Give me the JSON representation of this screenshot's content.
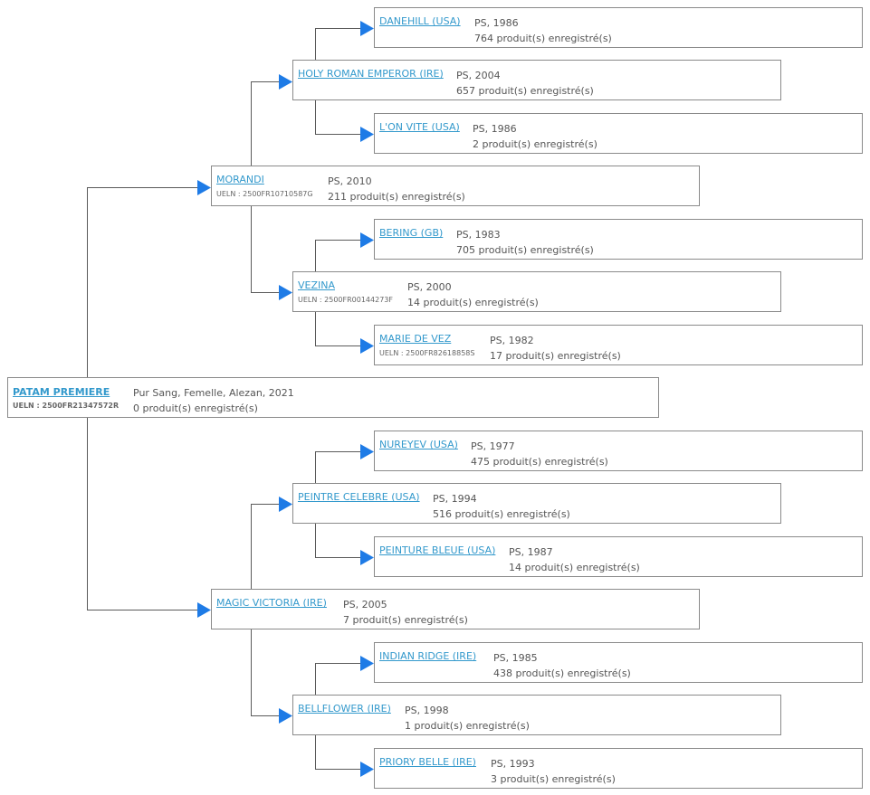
{
  "colors": {
    "link": "#3399cc",
    "arrow": "#1e7be6",
    "line": "#5a5a5a",
    "border": "#8a8a8a"
  },
  "root": {
    "name": "PATAM PREMIERE",
    "ueln": "UELN : 2500FR21347572R",
    "line1": "Pur Sang, Femelle, Alezan, 2021",
    "line2": "0 produit(s) enregistré(s)"
  },
  "sire": {
    "name": "MORANDI",
    "ueln": "UELN : 2500FR10710587G",
    "line1": "PS, 2010",
    "line2": "211 produit(s) enregistré(s)"
  },
  "dam": {
    "name": "MAGIC VICTORIA (IRE)",
    "line1": "PS, 2005",
    "line2": "7 produit(s) enregistré(s)"
  },
  "sire_sire": {
    "name": "HOLY ROMAN EMPEROR (IRE)",
    "line1": "PS, 2004",
    "line2": "657 produit(s) enregistré(s)"
  },
  "sire_dam": {
    "name": "VEZINA",
    "ueln": "UELN : 2500FR00144273F",
    "line1": "PS, 2000",
    "line2": "14 produit(s) enregistré(s)"
  },
  "dam_sire": {
    "name": "PEINTRE CELEBRE (USA)",
    "line1": "PS, 1994",
    "line2": "516 produit(s) enregistré(s)"
  },
  "dam_dam": {
    "name": "BELLFLOWER (IRE)",
    "line1": "PS, 1998",
    "line2": "1 produit(s) enregistré(s)"
  },
  "ss_sire": {
    "name": "DANEHILL (USA)",
    "line1": "PS, 1986",
    "line2": "764 produit(s) enregistré(s)"
  },
  "ss_dam": {
    "name": "L'ON VITE (USA)",
    "line1": "PS, 1986",
    "line2": "2 produit(s) enregistré(s)"
  },
  "sd_sire": {
    "name": "BERING (GB)",
    "line1": "PS, 1983",
    "line2": "705 produit(s) enregistré(s)"
  },
  "sd_dam": {
    "name": "MARIE DE VEZ",
    "ueln": "UELN : 2500FR82618858S",
    "line1": "PS, 1982",
    "line2": "17 produit(s) enregistré(s)"
  },
  "ds_sire": {
    "name": "NUREYEV (USA)",
    "line1": "PS, 1977",
    "line2": "475 produit(s) enregistré(s)"
  },
  "ds_dam": {
    "name": "PEINTURE BLEUE (USA)",
    "line1": "PS, 1987",
    "line2": "14 produit(s) enregistré(s)"
  },
  "dd_sire": {
    "name": "INDIAN RIDGE (IRE)",
    "line1": "PS, 1985",
    "line2": "438 produit(s) enregistré(s)"
  },
  "dd_dam": {
    "name": "PRIORY BELLE (IRE)",
    "line1": "PS, 1993",
    "line2": "3 produit(s) enregistré(s)"
  }
}
